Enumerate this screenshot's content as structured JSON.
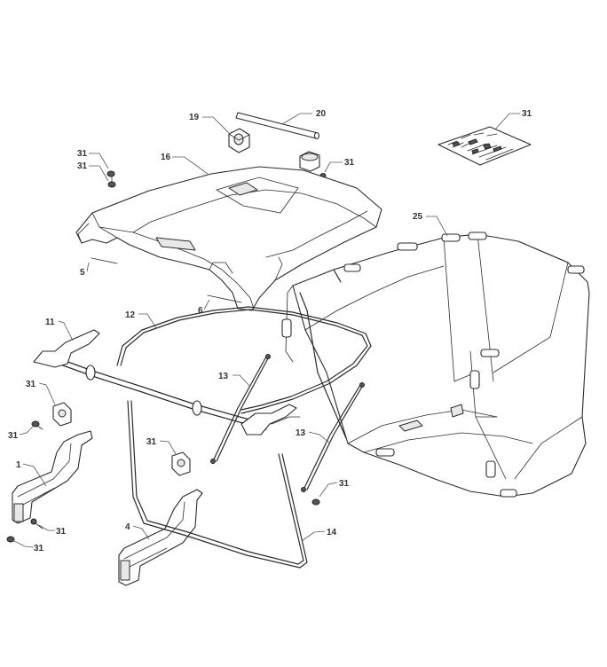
{
  "diagram": {
    "labels": [
      "20",
      "19",
      "31",
      "31",
      "16",
      "31",
      "31",
      "25",
      "5",
      "6",
      "11",
      "12",
      "13",
      "31",
      "31",
      "1",
      "31",
      "31",
      "31",
      "4",
      "13",
      "31",
      "14"
    ]
  }
}
